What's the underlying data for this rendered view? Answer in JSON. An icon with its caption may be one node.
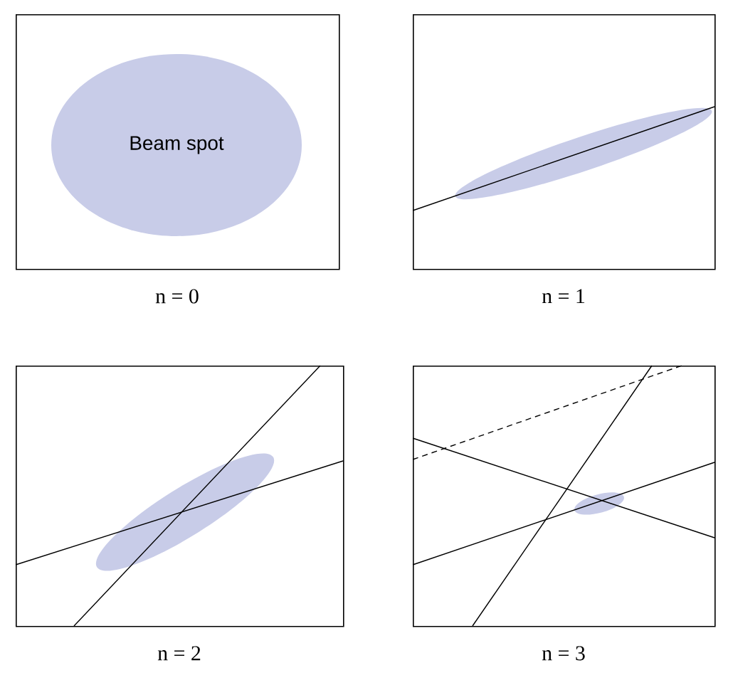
{
  "diagram": {
    "nodes": [
      {
        "text": [],
        "shape": "box",
        "beside": [
          "n = 0"
        ]
      },
      {
        "text": [
          "Beam spot"
        ],
        "in": 0
      },
      {
        "text": [],
        "shape": "box",
        "beside": [
          "n = 1"
        ]
      },
      {
        "text": [],
        "shape": "ellipse",
        "in": 2
      },
      {
        "text": [],
        "shape": "box",
        "beside": [
          "n = 2"
        ]
      },
      {
        "text": [],
        "shape": "ellipse",
        "in": 4
      },
      {
        "text": [],
        "shape": "box",
        "beside": [
          "n = 3"
        ]
      },
      {
        "text": [],
        "shape": "ellipse",
        "in": 6
      }
    ]
  }
}
